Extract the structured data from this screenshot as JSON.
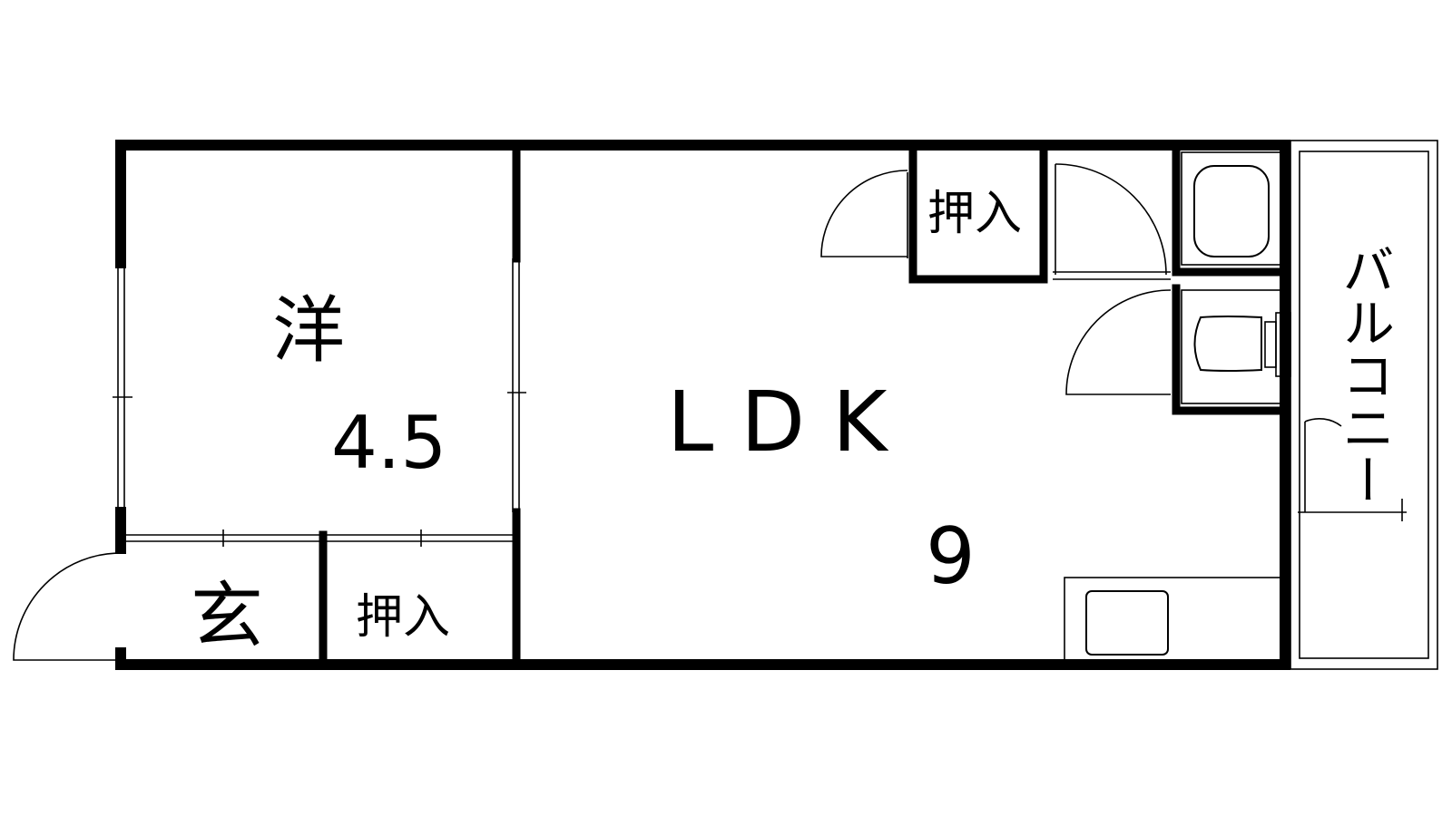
{
  "rooms": {
    "western": {
      "kanji": "洋",
      "size": "4.5"
    },
    "ldk": {
      "name": "LDK",
      "size": "9"
    },
    "entrance": {
      "kanji": "玄"
    },
    "closet_bottom": {
      "label": "押入"
    },
    "closet_top": {
      "label": "押入"
    },
    "balcony": {
      "label": "バルコニー"
    }
  },
  "colors": {
    "line": "#000000",
    "background": "#ffffff"
  }
}
